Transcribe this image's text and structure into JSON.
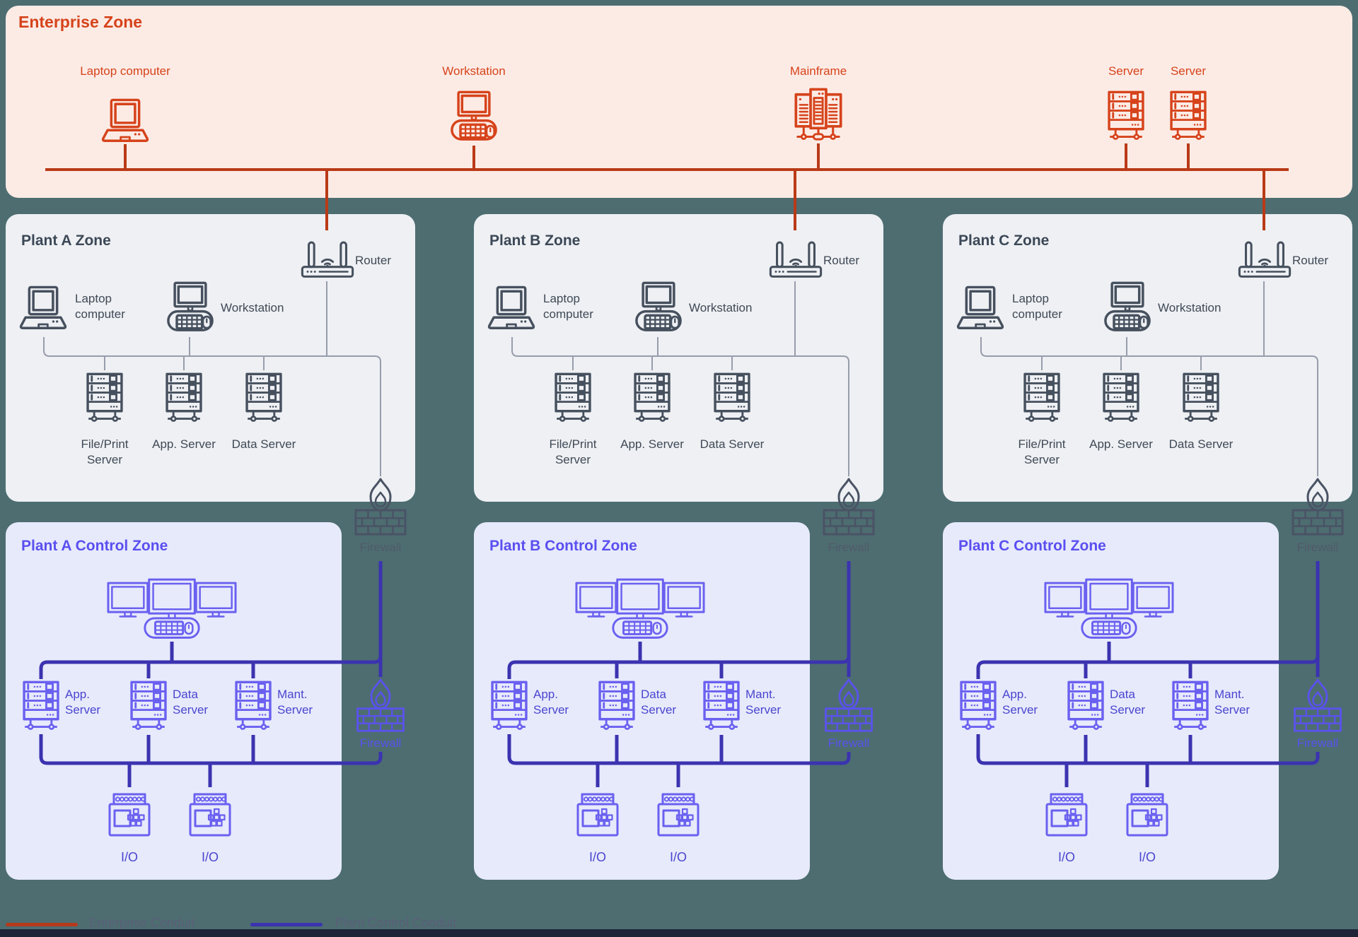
{
  "enterprise": {
    "title": "Enterprise Zone",
    "devices": {
      "laptop": "Laptop computer",
      "workstation": "Workstation",
      "mainframe": "Mainframe",
      "server1": "Server",
      "server2": "Server"
    }
  },
  "plants": [
    {
      "title": "Plant A Zone",
      "router": "Router",
      "laptop": "Laptop computer",
      "workstation": "Workstation",
      "server1": "File/Print Server",
      "server2": "App. Server",
      "server3": "Data Server",
      "firewall": "Firewall"
    },
    {
      "title": "Plant B Zone",
      "router": "Router",
      "laptop": "Laptop computer",
      "workstation": "Workstation",
      "server1": "File/Print Server",
      "server2": "App. Server",
      "server3": "Data Server",
      "firewall": "Firewall"
    },
    {
      "title": "Plant C Zone",
      "router": "Router",
      "laptop": "Laptop computer",
      "workstation": "Workstation",
      "server1": "File/Print Server",
      "server2": "App. Server",
      "server3": "Data Server",
      "firewall": "Firewall"
    }
  ],
  "controls": [
    {
      "title": "Plant A Control Zone",
      "server1": "App. Server",
      "server2": "Data Server",
      "server3": "Mant. Server",
      "io1": "I/O",
      "io2": "I/O",
      "firewall": "Firewall"
    },
    {
      "title": "Plant B Control Zone",
      "server1": "App. Server",
      "server2": "Data Server",
      "server3": "Mant. Server",
      "io1": "I/O",
      "io2": "I/O",
      "firewall": "Firewall"
    },
    {
      "title": "Plant C Control Zone",
      "server1": "App. Server",
      "server2": "Data Server",
      "server3": "Mant. Server",
      "io1": "I/O",
      "io2": "I/O",
      "firewall": "Firewall"
    }
  ],
  "legend": {
    "enterprise": "Enterprise Conduit",
    "control": "Plant Control Conduit"
  },
  "colors": {
    "page_background": "#4d6d71",
    "enterprise_zone_bg": "#fcebe5",
    "enterprise_accent": "#d6431b",
    "enterprise_conduit": "#b93a17",
    "plant_zone_bg": "#eef0f3",
    "plant_ink": "#3f4956",
    "thin_wire": "#979dab",
    "control_zone_bg": "#e7eafb",
    "control_title": "#5a4ff0",
    "control_icon": "#6a60f0",
    "plant_control_conduit": "#3b33b0",
    "firewall_gray": "#4a5365",
    "firewall_purple": "#5b52ef"
  }
}
